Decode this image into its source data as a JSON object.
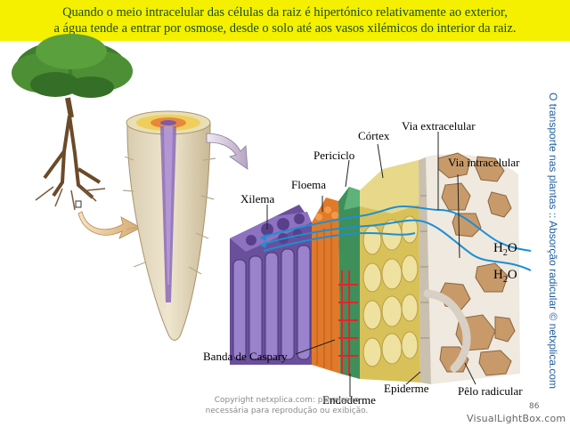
{
  "banner": {
    "line1": "Quando o meio intracelular das células da raiz é hipertónico relativamente ao exterior,",
    "line2": "a água tende a entrar por osmose, desde o solo até aos vasos xilémicos do interior da raiz."
  },
  "labels": {
    "cortex": "Córtex",
    "via_extracelular": "Via extracelular",
    "periciclo": "Periciclo",
    "via_intracelular": "Via intracelular",
    "floema": "Floema",
    "xilema": "Xilema",
    "banda_caspary": "Banda de Caspary",
    "endoderme": "Endoderme",
    "epiderme": "Epiderme",
    "pelo_radicular": "Pêlo radicular"
  },
  "water": {
    "h": "H",
    "sub": "2",
    "o": "O"
  },
  "side_caption": "O transporte nas plantas :: Absorção radicular © netxplica.com",
  "copyright": {
    "line1": "Copyright netxplica.com: permissão",
    "line2": "necessária para reprodução ou exibição."
  },
  "page_number": "86",
  "watermark": "VisualLightBox.com",
  "colors": {
    "banner_bg": "#f4f000",
    "banner_text": "#1d4b1d",
    "xylem": "#6a4f9a",
    "phloem": "#e07a2a",
    "endodermis": "#3f8f5a",
    "caspary": "#e8222a",
    "cortex": "#d9c15a",
    "flow_line": "#1a8fd6",
    "side_caption": "#1f5fa0"
  }
}
